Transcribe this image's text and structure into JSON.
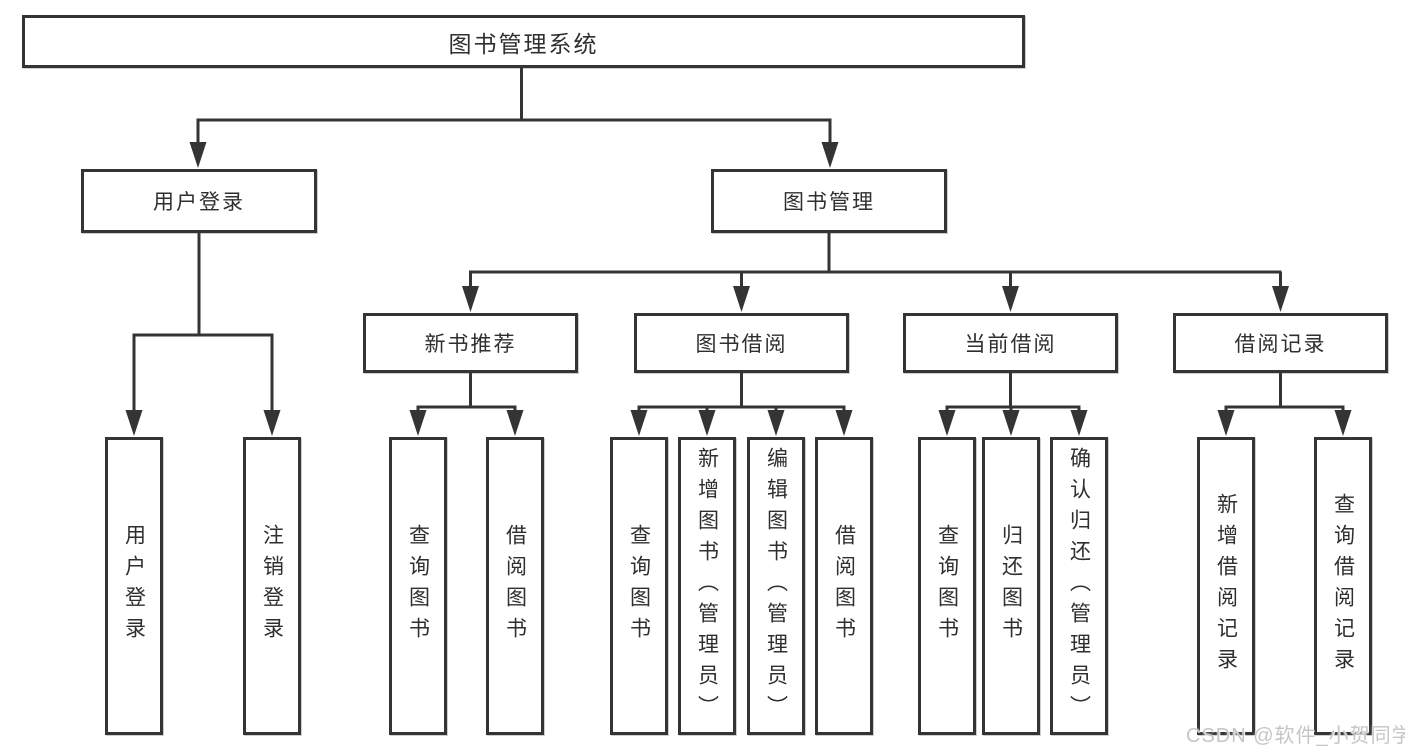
{
  "nodes": {
    "root": "图书管理系统",
    "level2": {
      "user_login": "用户登录",
      "book_mgmt": "图书管理"
    },
    "level3": {
      "new_book": "新书推荐",
      "borrow": "图书借阅",
      "current": "当前借阅",
      "records": "借阅记录"
    },
    "leaves": {
      "login": "用户登录",
      "logout": "注销登录",
      "nb_query": "查询图书",
      "nb_borrow": "借阅图书",
      "bw_query": "查询图书",
      "bw_add": "新增图书（管理员）",
      "bw_edit": "编辑图书（管理员）",
      "bw_borrow": "借阅图书",
      "cu_query": "查询图书",
      "cu_return": "归还图书",
      "cu_confirm": "确认归还（管理员）",
      "rc_add": "新增借阅记录",
      "rc_query": "查询借阅记录"
    }
  },
  "watermark": "CSDN @软件_小贺同学",
  "colors": {
    "line": "#343434",
    "text": "#2f2f2f",
    "background": "#ffffff",
    "watermark": "#c6c6c6"
  }
}
